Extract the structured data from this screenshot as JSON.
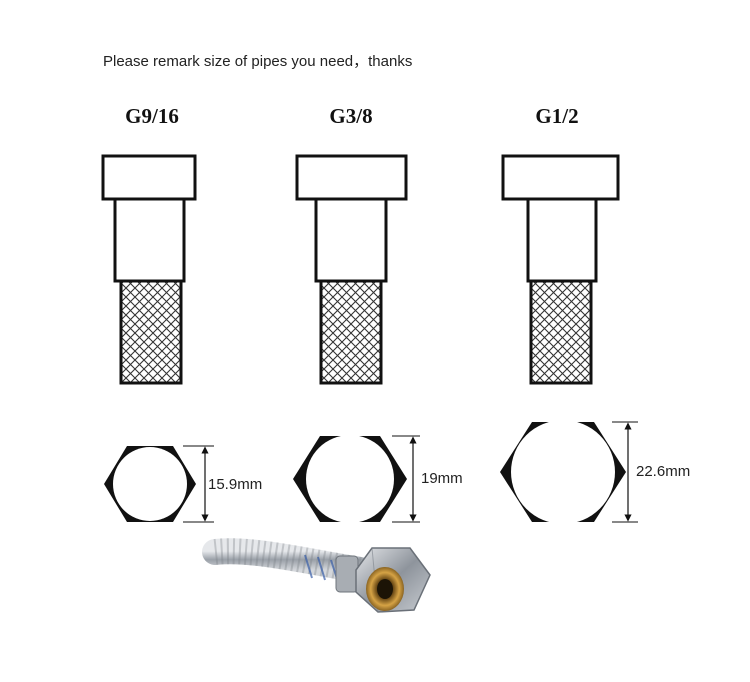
{
  "note": "Please remark size of pipes you need，thanks",
  "sizes": [
    {
      "name": "G9/16",
      "diameter_label": "15.9mm"
    },
    {
      "name": "G3/8",
      "diameter_label": "19mm"
    },
    {
      "name": "G1/2",
      "diameter_label": "22.6mm"
    }
  ],
  "colors": {
    "line": "#111111",
    "mesh": "#333333",
    "hose_metal": "#b8bcc2",
    "nut_metal": "#9aa0a8",
    "brass": "#b8862b"
  },
  "icons": [
    "pipe-fitting-icon",
    "hex-nut-icon",
    "hose-photo-icon"
  ]
}
